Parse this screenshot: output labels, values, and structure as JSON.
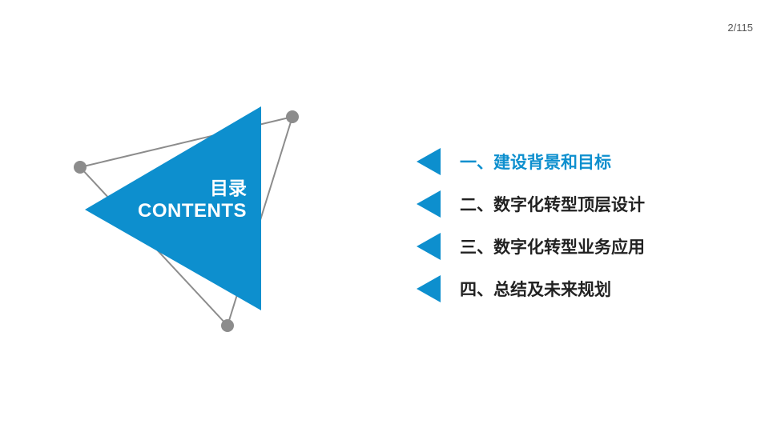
{
  "page": {
    "number": "2/115"
  },
  "title": {
    "cn": "目录",
    "en": "CONTENTS"
  },
  "colors": {
    "accent": "#0d8fce",
    "text": "#222222",
    "line": "#8c8c8c",
    "node": "#8c8c8c"
  },
  "toc": {
    "items": [
      {
        "label": "一、建设背景和目标",
        "active": true
      },
      {
        "label": "二、数字化转型顶层设计",
        "active": false
      },
      {
        "label": "三、数字化转型业务应用",
        "active": false
      },
      {
        "label": "四、总结及未来规划",
        "active": false
      }
    ]
  }
}
